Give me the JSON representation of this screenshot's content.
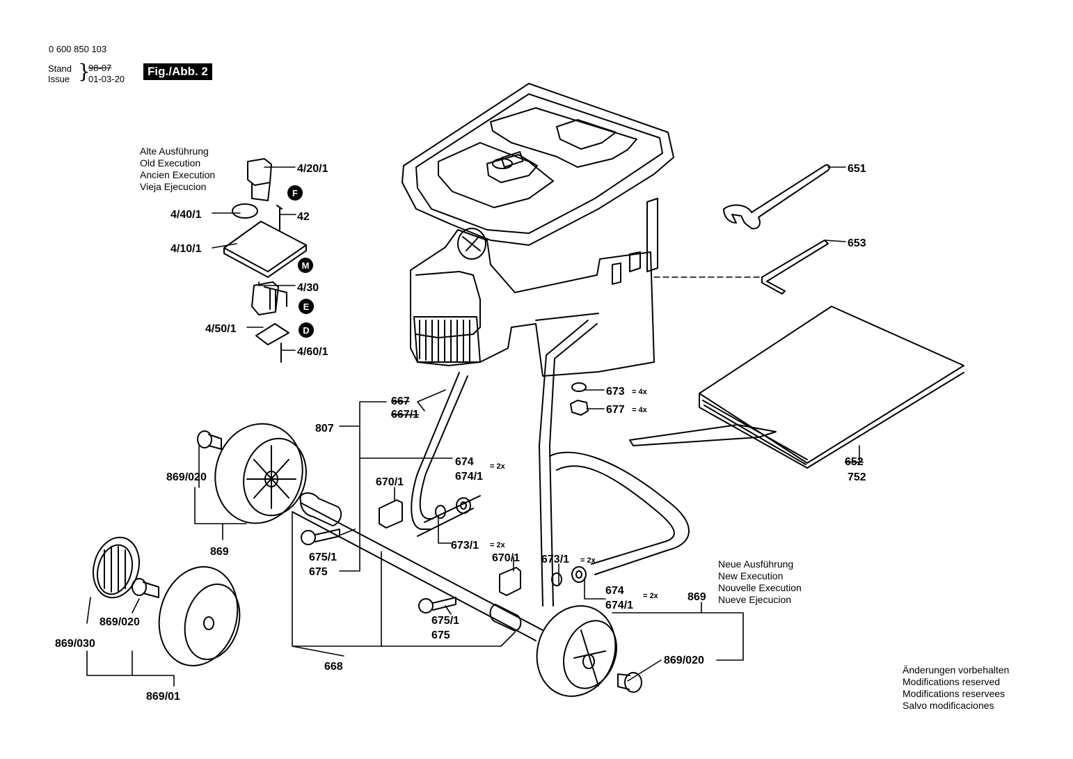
{
  "header": {
    "part_number": "0 600 850 103",
    "stand_label": "Stand",
    "issue_label": "Issue",
    "stand_date": "98-07",
    "issue_date": "01-03-20",
    "fig_label": "Fig./Abb. 2"
  },
  "notes": {
    "old_execution": [
      "Alte Ausführung",
      "Old Execution",
      "Ancien Execution",
      "Vieja Ejecucion"
    ],
    "new_execution": [
      "Neue Ausführung",
      "New Execution",
      "Nouvelle Execution",
      "Nueve Ejecucion"
    ],
    "modifications": [
      "Änderungen vorbehalten",
      "Modifications reserved",
      "Modifications reservees",
      "Salvo modificaciones"
    ]
  },
  "callouts": {
    "p4_20_1": "4/20/1",
    "p42": "42",
    "p4_40_1": "4/40/1",
    "p4_10_1": "4/10/1",
    "p4_30": "4/30",
    "p4_50_1": "4/50/1",
    "p4_60_1": "4/60/1",
    "p651": "651",
    "p653": "653",
    "p673": "673",
    "p677": "677",
    "p667": "667",
    "p667_1": "667/1",
    "p807": "807",
    "p674_a": "674",
    "p674_1_a": "674/1",
    "p652": "652",
    "p752": "752",
    "p869_020_a": "869/020",
    "p670_1_a": "670/1",
    "p869_a": "869",
    "p673_1_a": "673/1",
    "p675_1_a": "675/1",
    "p675_a": "675",
    "p670_1_b": "670/1",
    "p673_1_b": "673/1",
    "p674_b": "674",
    "p674_1_b": "674/1",
    "p869_b": "869",
    "p869_030": "869/030",
    "p869_020_b": "869/020",
    "p675_1_b": "675/1",
    "p675_b": "675",
    "p668": "668",
    "p869_020_c": "869/020",
    "p869_01": "869/01"
  },
  "quantities": {
    "q4x_a": "= 4x",
    "q4x_b": "= 4x",
    "q2x_a": "= 2x",
    "q2x_b": "= 2x",
    "q2x_c": "= 2x",
    "q2x_d": "= 2x"
  },
  "markers": {
    "F": "F",
    "M": "M",
    "E": "E",
    "D": "D"
  }
}
